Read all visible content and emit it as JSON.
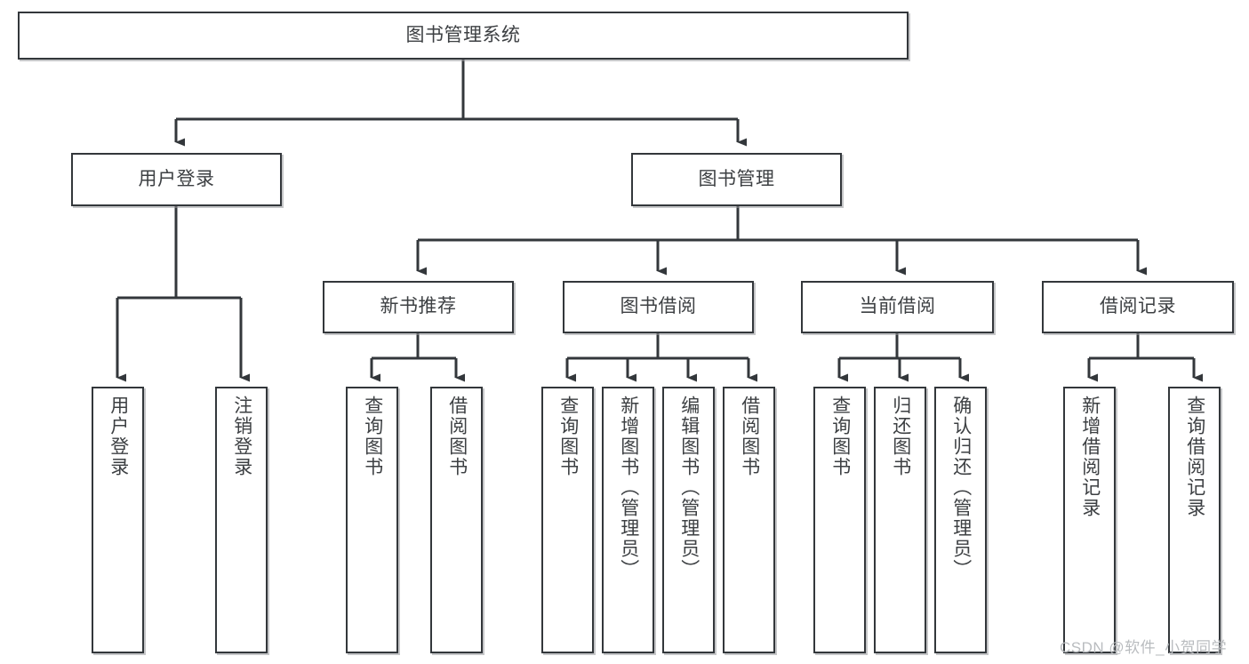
{
  "diagram": {
    "title": "图书管理系统",
    "type": "function-structure-tree",
    "colors": {
      "box_border": "#33373b",
      "box_fill": "#ffffff",
      "text": "#3d4043",
      "connector": "#33373b",
      "shadow": "#96989b",
      "watermark": "#b9bcbf"
    },
    "root": {
      "label": "图书管理系统"
    },
    "level2": [
      {
        "label": "用户登录"
      },
      {
        "label": "图书管理"
      }
    ],
    "level3": [
      {
        "label": "新书推荐"
      },
      {
        "label": "图书借阅"
      },
      {
        "label": "当前借阅"
      },
      {
        "label": "借阅记录"
      }
    ],
    "leaves": {
      "user_login": [
        {
          "label": "用户登录"
        },
        {
          "label": "注销登录"
        }
      ],
      "new_book_recommend": [
        {
          "label": "查询图书"
        },
        {
          "label": "借阅图书"
        }
      ],
      "book_borrow": [
        {
          "label": "查询图书"
        },
        {
          "label": "新增图书（管理员）"
        },
        {
          "label": "编辑图书（管理员）"
        },
        {
          "label": "借阅图书"
        }
      ],
      "current_borrow": [
        {
          "label": "查询图书"
        },
        {
          "label": "归还图书"
        },
        {
          "label": "确认归还（管理员）"
        }
      ],
      "borrow_record": [
        {
          "label": "新增借阅记录"
        },
        {
          "label": "查询借阅记录"
        }
      ]
    }
  },
  "watermark": {
    "text": "CSDN @软件_小贺同学"
  }
}
